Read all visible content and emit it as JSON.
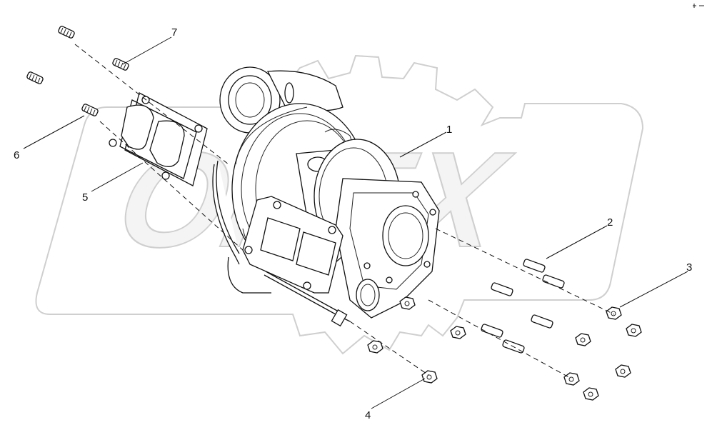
{
  "callouts": [
    {
      "id": "1",
      "text": "1"
    },
    {
      "id": "2",
      "text": "2"
    },
    {
      "id": "3",
      "text": "3"
    },
    {
      "id": "4",
      "text": "4"
    },
    {
      "id": "5",
      "text": "5"
    },
    {
      "id": "6",
      "text": "6"
    },
    {
      "id": "7",
      "text": "7"
    }
  ],
  "watermark": {
    "text": "OPEX"
  }
}
